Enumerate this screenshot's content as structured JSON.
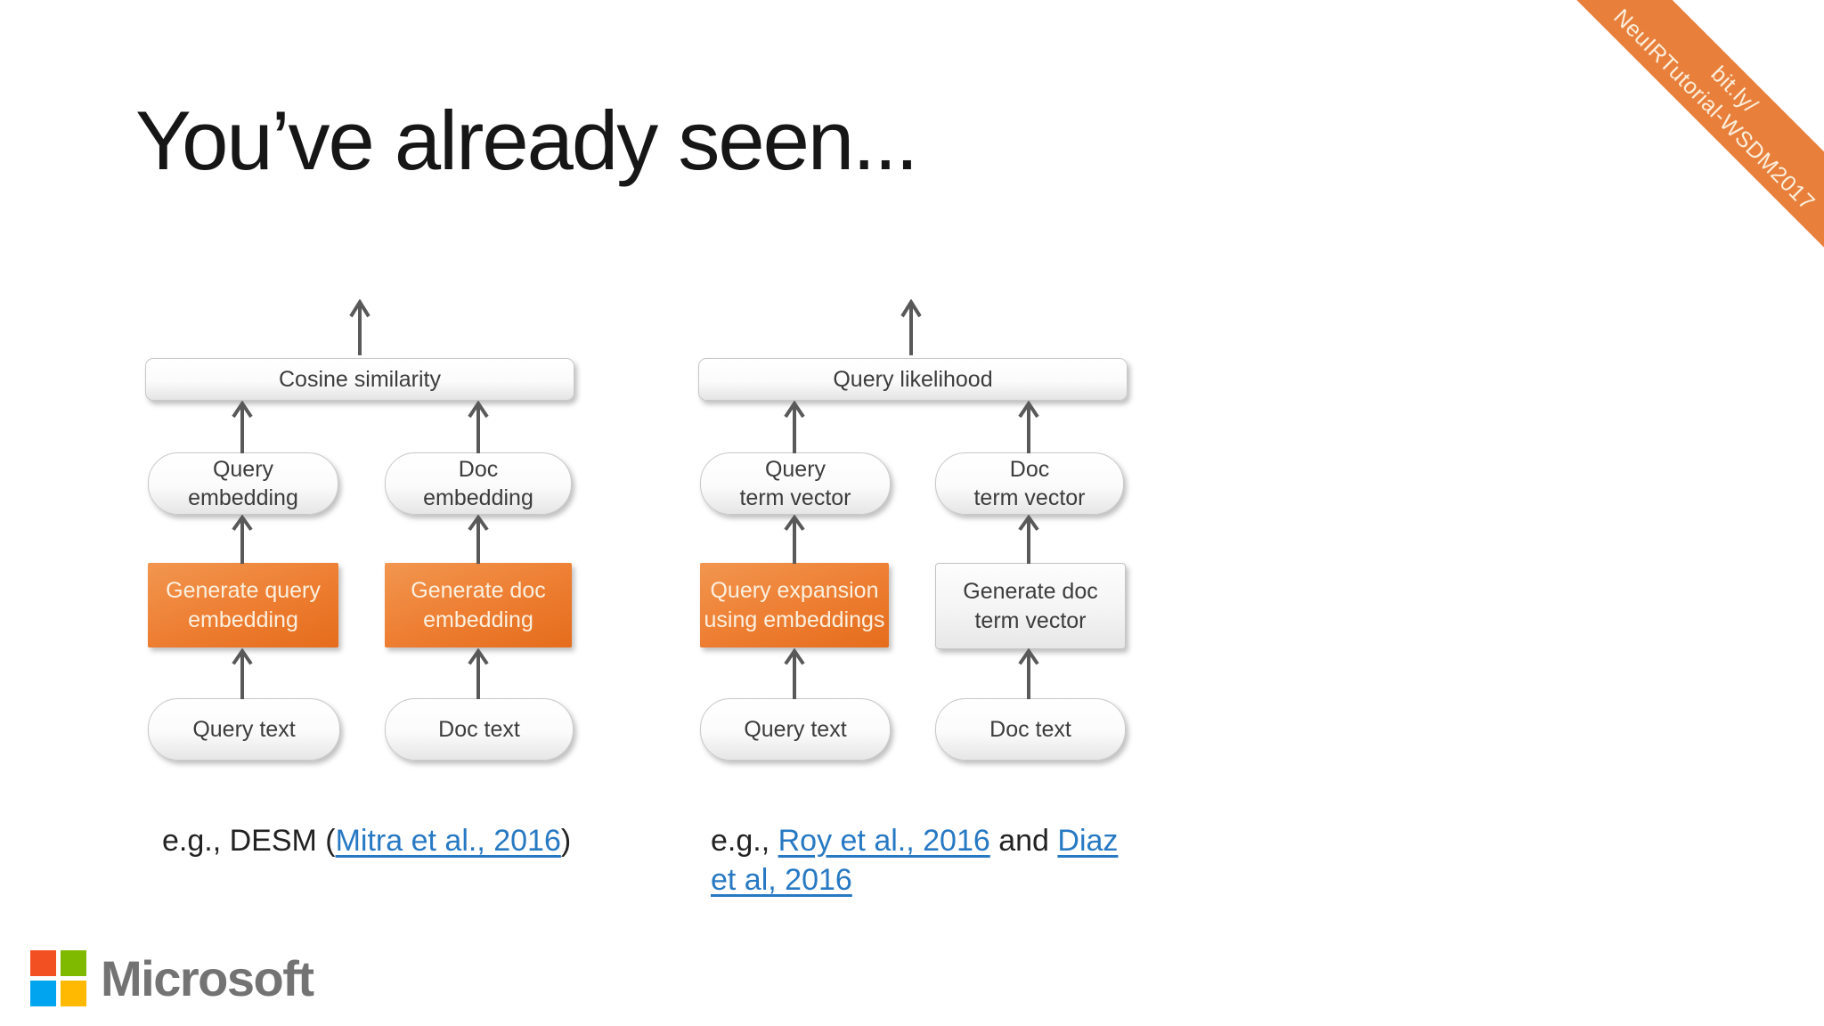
{
  "slide_title": "You’ve already seen...",
  "ribbon": {
    "line1": "bit.ly/",
    "line2": "NeuIRTutorial-WSDM2017",
    "background": "#E8803C"
  },
  "diagrams": [
    {
      "top": "Cosine similarity",
      "cols": [
        {
          "vector": [
            "Query",
            "embedding"
          ],
          "process": [
            "Generate query",
            "embedding"
          ],
          "input": "Query text"
        },
        {
          "vector": [
            "Doc",
            "embedding"
          ],
          "process": [
            "Generate doc",
            "embedding"
          ],
          "input": "Doc text"
        }
      ],
      "caption": [
        {
          "text": "e.g., DESM ("
        },
        {
          "text": "Mitra et al., 2016",
          "link": true
        },
        {
          "text": ")"
        }
      ]
    },
    {
      "top": "Query likelihood",
      "cols": [
        {
          "vector": [
            "Query",
            "term vector"
          ],
          "process": [
            "Query expansion",
            "using embeddings"
          ],
          "input": "Query text"
        },
        {
          "vector": [
            "Doc",
            "term vector"
          ],
          "process": [
            "Generate doc",
            "term vector"
          ],
          "input": "Doc text"
        }
      ],
      "caption": [
        {
          "text": "e.g., "
        },
        {
          "text": "Roy et al., 2016",
          "link": true
        },
        {
          "text": " and "
        },
        {
          "text": "Diaz et al, 2016",
          "link": true
        }
      ]
    }
  ],
  "logo": {
    "text": "Microsoft",
    "text_color": "#737373",
    "squares": {
      "top_left": "#F25022",
      "top_right": "#7FBA00",
      "bottom_left": "#00A4EF",
      "bottom_right": "#FFB900"
    }
  },
  "colors": {
    "accent_orange": "#ED7D31",
    "orange_box_text": "#FBF0E0",
    "link_blue": "#2779C4",
    "arrow_gray": "#595959",
    "title_text": "#161616",
    "node_text": "#3C3C3C"
  }
}
